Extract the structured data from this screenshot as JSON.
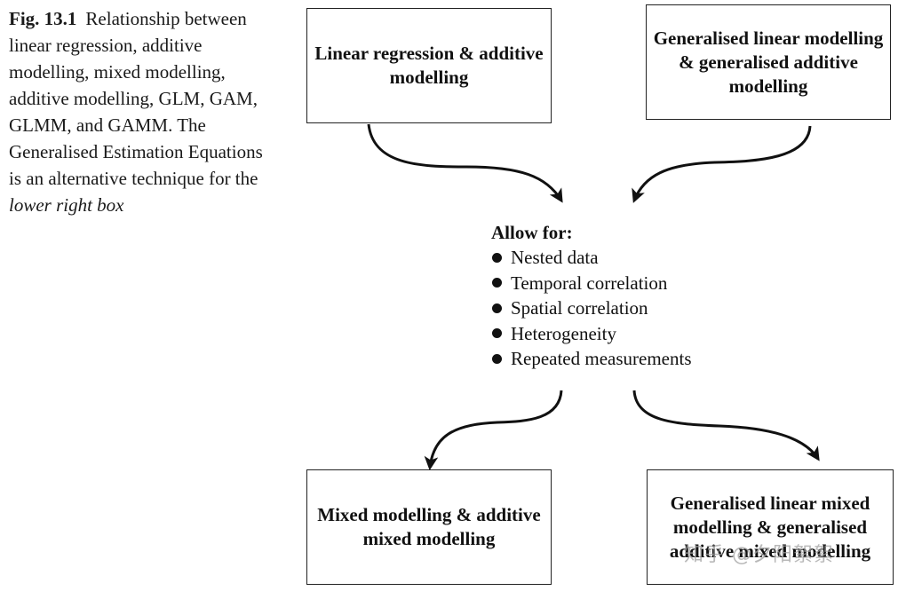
{
  "caption": {
    "fig_label": "Fig. 13.1",
    "text": "Relationship between linear regression, additive modelling, mixed modelling, additive modelling, GLM, GAM, GLMM, and GAMM. The Generalised Estimation Equations is an alternative technique for the",
    "italic_tail": "lower right box"
  },
  "boxes": {
    "top_left": "Linear regression & additive modelling",
    "top_right": "Generalised linear modelling & generalised additive modelling",
    "bottom_left": "Mixed modelling & additive mixed modelling",
    "bottom_right": "Generalised linear mixed modelling & generalised additive mixed modelling"
  },
  "allow": {
    "heading": "Allow for:",
    "items": [
      "Nested data",
      "Temporal correlation",
      "Spatial correlation",
      "Heterogeneity",
      "Repeated measurements"
    ]
  },
  "watermark": "知乎 @夕阳絮絮",
  "colors": {
    "stroke": "#111111",
    "watermark": "#a0a0a0"
  }
}
